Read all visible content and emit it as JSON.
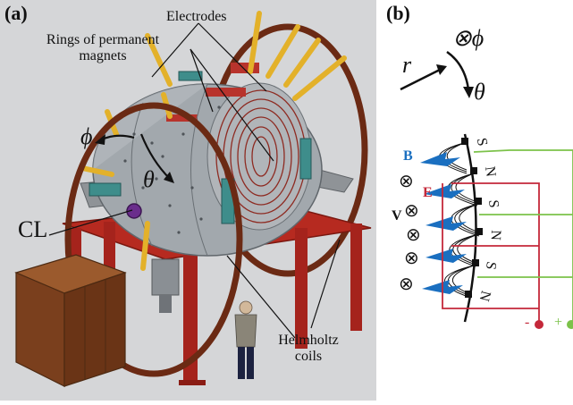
{
  "panel_a": {
    "tag": "(a)",
    "labels": {
      "electrodes": "Electrodes",
      "rings_line1": "Rings of permanent",
      "rings_line2": "magnets",
      "phi": "ϕ",
      "theta": "θ",
      "cl": "CL",
      "helmholtz_line1": "Helmholtz",
      "helmholtz_line2": "coils"
    }
  },
  "panel_b": {
    "tag": "(b)",
    "labels": {
      "otimes_phi": "⊗ϕ",
      "r": "r",
      "theta": "θ",
      "B": "B",
      "E": "E",
      "V": "V",
      "otimes": "⊗",
      "minus": "-",
      "plus": "+"
    },
    "pole_labels": [
      "S",
      "N",
      "S",
      "N",
      "S",
      "N"
    ]
  },
  "colors": {
    "background": "#d5d6d8",
    "frame_red": "#a5231c",
    "coil_brown": "#6b2a14",
    "sphere_gray": "#9ea4a9",
    "cabinet_brown": "#7a3f1d",
    "arm_yellow": "#e3b12a",
    "field_blue": "#1a6fc0",
    "electrode_red": "#c4283a",
    "wire_green": "#7cc24a"
  }
}
